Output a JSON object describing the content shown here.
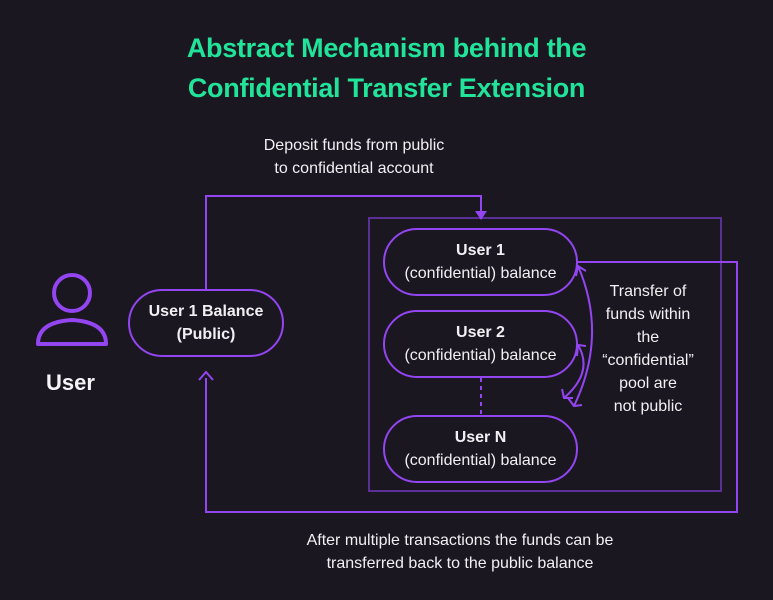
{
  "title": {
    "line1": "Abstract Mechanism behind the",
    "line2": "Confidential Transfer Extension"
  },
  "colors": {
    "background": "#1b1720",
    "title": "#22e39a",
    "accent": "#9245f0",
    "pool_border": "#5a2f96",
    "text": "#f1f0f4"
  },
  "user": {
    "icon": "user-icon",
    "label": "User"
  },
  "public_balance": {
    "line1": "User 1 Balance",
    "line2": "(Public)"
  },
  "deposit_caption": {
    "line1": "Deposit funds from public",
    "line2": "to confidential account"
  },
  "confidential_pool": {
    "balances": [
      {
        "line1": "User 1",
        "line2": "(confidential) balance"
      },
      {
        "line1": "User 2",
        "line2": "(confidential) balance"
      },
      {
        "line1": "User N",
        "line2": "(confidential) balance"
      }
    ],
    "note": {
      "line1": "Transfer of",
      "line2": "funds within",
      "line3": "the",
      "line4": "“confidential”",
      "line5": "pool are",
      "line6": "not public"
    }
  },
  "withdraw_caption": {
    "line1": "After multiple transactions the funds can be",
    "line2": "transferred back to the public balance"
  }
}
